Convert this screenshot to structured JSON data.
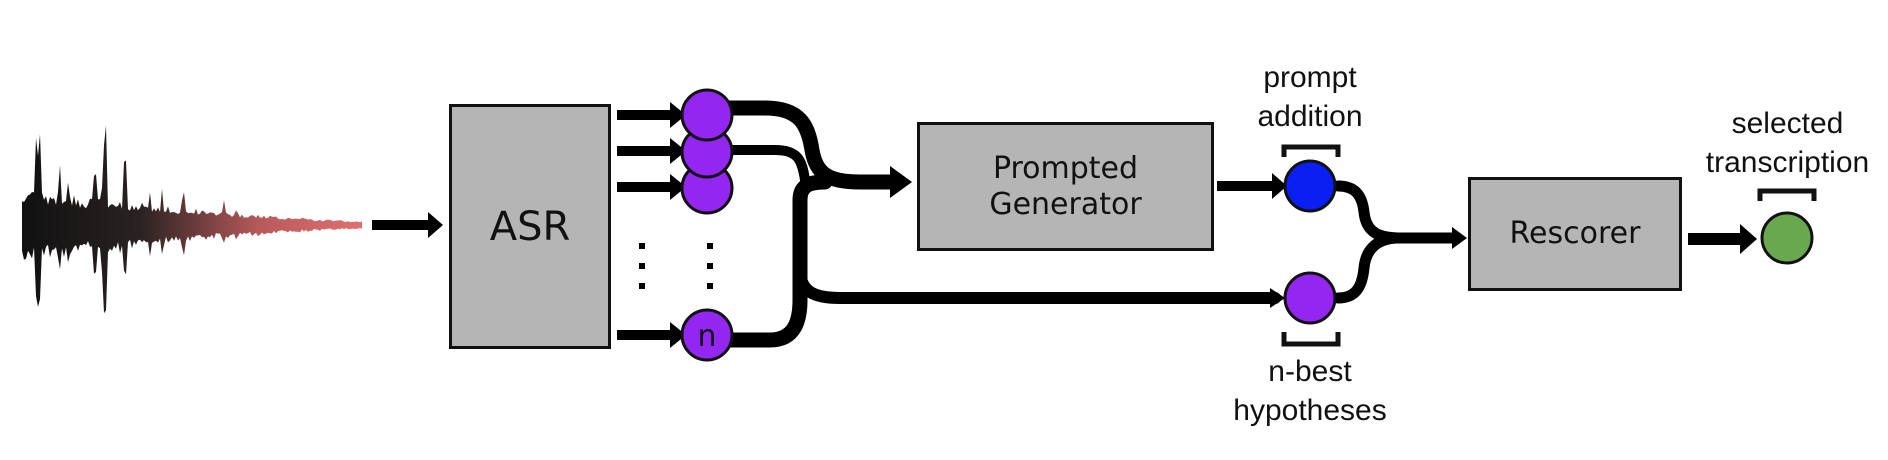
{
  "blocks": {
    "asr": "ASR",
    "prompted_generator": "Prompted\nGenerator",
    "rescorer": "Rescorer"
  },
  "nodes": {
    "nth_hypothesis": "n"
  },
  "labels": {
    "prompt_addition": "prompt\naddition",
    "n_best": "n-best\nhypotheses",
    "selected": "selected\ntranscription"
  },
  "colors": {
    "hypothesis": "#9326f0",
    "prompt_addition": "#0a1ff2",
    "selected": "#6aa84f",
    "box_fill": "#b5b5b5",
    "waveform_start": "#111111",
    "waveform_end": "#e07070"
  },
  "icons": {
    "waveform": "audio-waveform-icon"
  }
}
